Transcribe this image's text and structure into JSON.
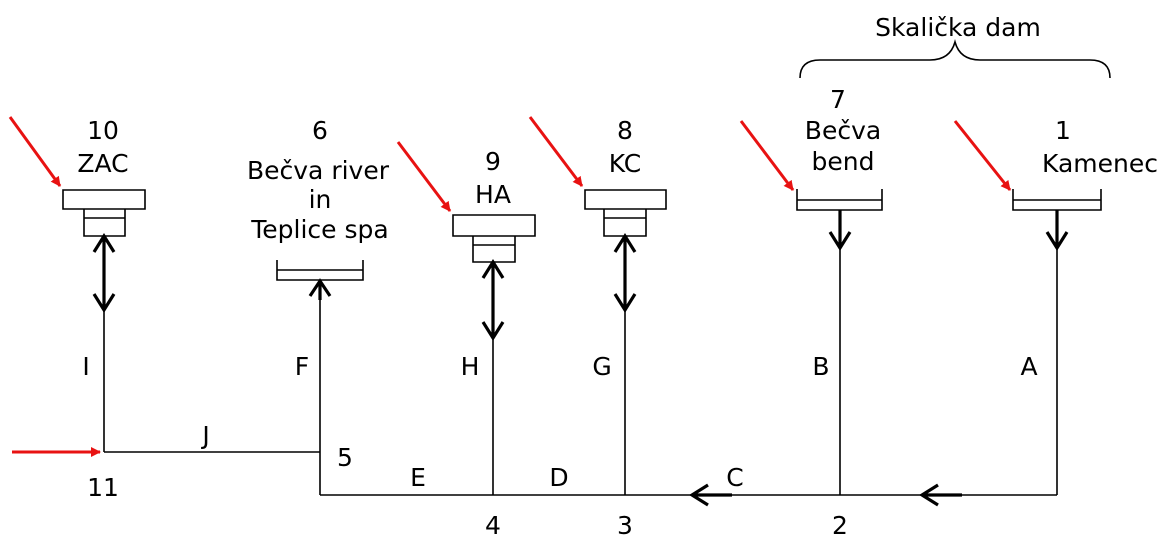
{
  "diagram": {
    "group_label": "Skalička dam",
    "nodes": {
      "n10": {
        "number": "10",
        "name": "ZAC"
      },
      "n6": {
        "number": "6",
        "name_lines": [
          "Bečva river",
          "in",
          "Teplice spa"
        ]
      },
      "n9": {
        "number": "9",
        "name": "HA"
      },
      "n8": {
        "number": "8",
        "name": "KC"
      },
      "n7": {
        "number": "7",
        "name_lines": [
          "Bečva",
          "bend"
        ]
      },
      "n1": {
        "number": "1",
        "name": "Kamenec"
      }
    },
    "junctions": {
      "j11": "11",
      "j5": "5",
      "j4": "4",
      "j3": "3",
      "j2": "2"
    },
    "segments": {
      "A": "A",
      "B": "B",
      "C": "C",
      "D": "D",
      "E": "E",
      "F": "F",
      "G": "G",
      "H": "H",
      "I": "I",
      "J": "J"
    },
    "colors": {
      "line": "#000000",
      "inflow_arrow": "#e81212"
    }
  }
}
